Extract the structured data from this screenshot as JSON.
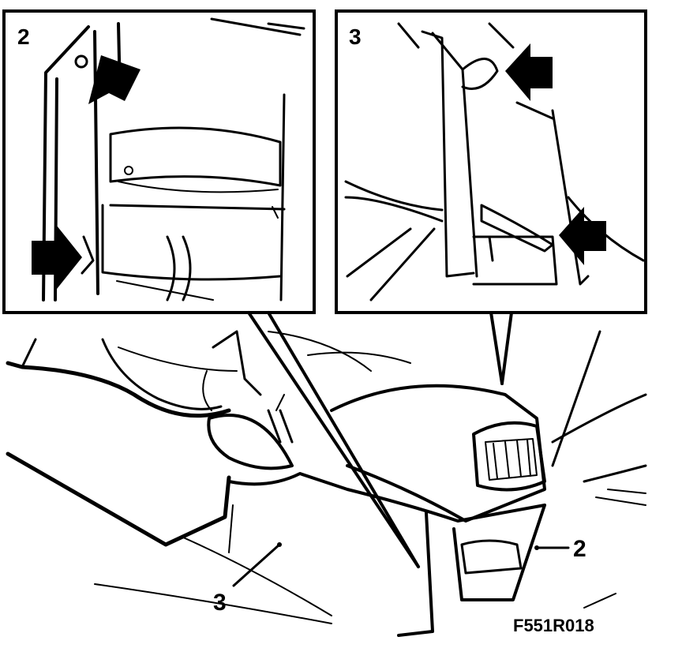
{
  "figure_id": "F551R018",
  "insets": [
    {
      "label": "2"
    },
    {
      "label": "3"
    }
  ],
  "callouts": [
    {
      "label": "2"
    },
    {
      "label": "3"
    }
  ],
  "colors": {
    "ink": "#000000",
    "paper": "#ffffff"
  },
  "icons": [
    "arrow-icon"
  ]
}
